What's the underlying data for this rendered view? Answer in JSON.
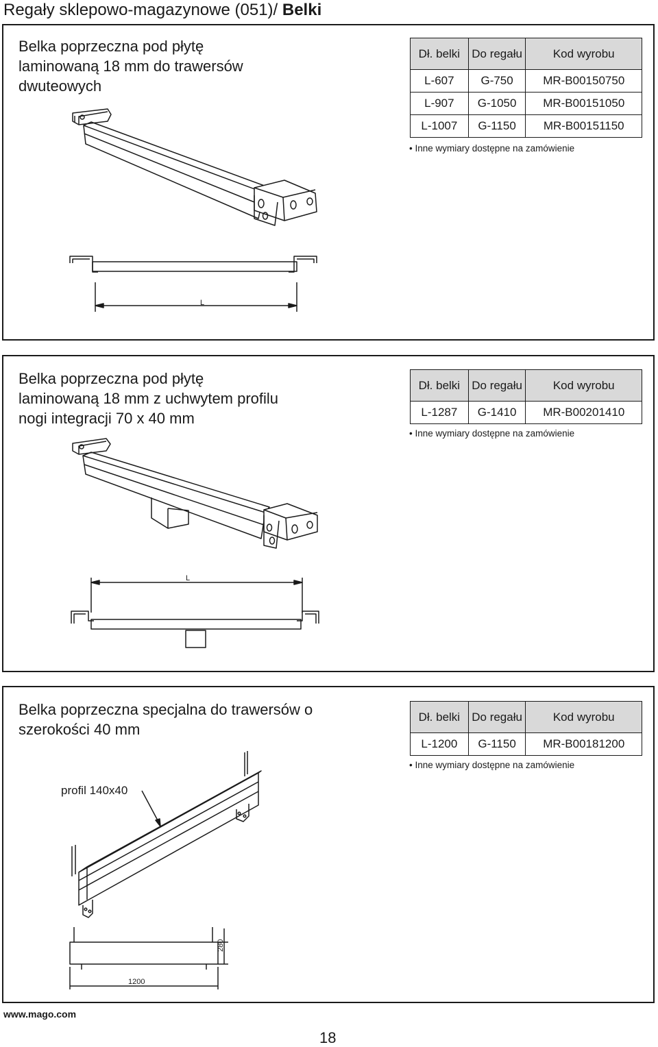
{
  "header": {
    "title_prefix": "Regały sklepowo-magazynowe (051)/ ",
    "title_bold": "Belki"
  },
  "sections": [
    {
      "title_lines": [
        "Belka poprzeczna pod płytę",
        "laminowaną 18 mm do trawersów",
        "dwuteowych"
      ],
      "table": {
        "headers": [
          "Dł. belki",
          "Do regału",
          "Kod wyrobu"
        ],
        "rows": [
          [
            "L-607",
            "G-750",
            "MR-B00150750"
          ],
          [
            "L-907",
            "G-1050",
            "MR-B00151050"
          ],
          [
            "L-1007",
            "G-1150",
            "MR-B00151150"
          ]
        ]
      },
      "note": "Inne wymiary dostępne na zamówienie",
      "dim_label": "L"
    },
    {
      "title_lines": [
        "Belka poprzeczna pod płytę",
        "laminowaną 18 mm z uchwytem profilu",
        "nogi integracji 70 x 40 mm"
      ],
      "table": {
        "headers": [
          "Dł. belki",
          "Do regału",
          "Kod wyrobu"
        ],
        "rows": [
          [
            "L-1287",
            "G-1410",
            "MR-B00201410"
          ]
        ]
      },
      "note": "Inne wymiary dostępne na zamówienie",
      "dim_label": "L"
    },
    {
      "title_lines": [
        "Belka poprzeczna specjalna do trawersów o",
        "szerokości 40 mm"
      ],
      "table": {
        "headers": [
          "Dł. belki",
          "Do regału",
          "Kod wyrobu"
        ],
        "rows": [
          [
            "L-1200",
            "G-1150",
            "MR-B00181200"
          ]
        ]
      },
      "note": "Inne wymiary dostępne na zamówienie",
      "callout": "profil 140x40",
      "dim_width": "1200",
      "dim_height": "280"
    }
  ],
  "footer": {
    "url": "www.mago.com",
    "page_number": "18"
  }
}
